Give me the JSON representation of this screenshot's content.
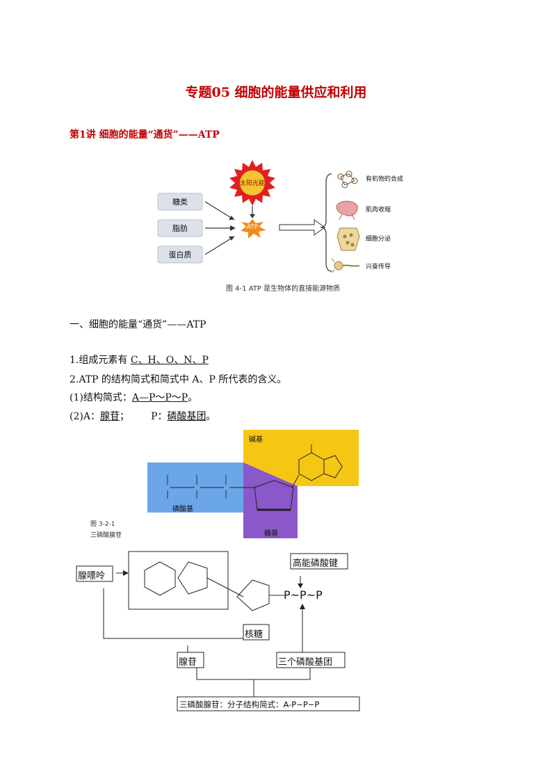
{
  "document": {
    "title": "专题05  细胞的能量供应和利用",
    "lecture_heading": "第1讲   细胞的能量“通货”——ATP",
    "section_heading": "一、细胞的能量“通货”——ATP",
    "item1_prefix": "1.组成元素有 ",
    "item1_elements": "C、H、O、N、P",
    "item2": "2.ATP 的结构简式和简式中 A、P 所代表的含义。",
    "item3_prefix": "(1)结构简式：",
    "item3_formula": "A—P～P～P",
    "item3_suffix": "。",
    "item4_prefix": "(2)A：",
    "item4_A": "腺苷",
    "item4_sep": "；       P：",
    "item4_P": "磷酸基团",
    "item4_suffix": "。"
  },
  "figure1": {
    "sources": [
      "糖类",
      "脂肪",
      "蛋白质"
    ],
    "sun_label": "太阳光能",
    "center_label": "ATP",
    "uses": [
      "有机物的合成",
      "肌肉收缩",
      "细胞分泌",
      "兴奋传导"
    ],
    "caption": "图 4-1   ATP 是生物体的直接能源物质",
    "colors": {
      "sun": "#e02020",
      "star": "#f08a1c",
      "box": "#dde2ea"
    }
  },
  "figure2": {
    "base_label": "碱基",
    "phosphate_label": "磷酸基",
    "sugar_label": "糖基",
    "caption_num": "图 3-2-1",
    "caption_text": "三磷酸腺苷",
    "colors": {
      "phosphate": "#6aa6e8",
      "base": "#f6c614",
      "sugar": "#8a58c8"
    }
  },
  "figure3": {
    "adenine_label": "腺嘌呤",
    "bond_label": "高能磷酸键",
    "pp_label": "P~P~P",
    "ribose_label": "核糖",
    "adenosine_label": "腺苷",
    "phosphates_label": "三个磷酸基团",
    "atp_label": "三磷酸腺苷：分子结构简式：A-P~P~P"
  }
}
